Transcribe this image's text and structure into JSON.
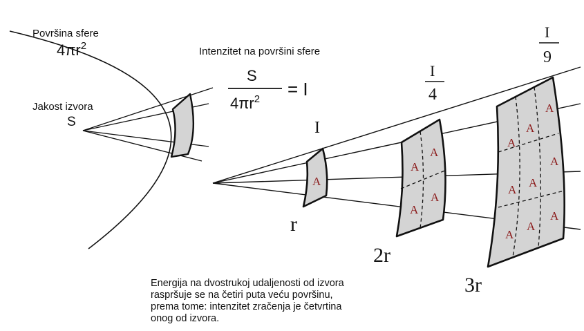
{
  "left_panel": {
    "sphere_label": "Površina sfere",
    "sphere_formula": "4πr",
    "sphere_formula_exp": "2",
    "source_label": "Jakost izvora",
    "source_symbol": "S"
  },
  "intensity_formula": {
    "title": "Intenzitet na površini sfere",
    "numerator": "S",
    "denominator": "4πr",
    "denominator_exp": "2",
    "result": "= I"
  },
  "patches": [
    {
      "distance_label": "r",
      "intensity_label": "I",
      "cell_label": "A"
    },
    {
      "distance_label": "2r",
      "intensity_numerator": "I",
      "intensity_denominator": "4",
      "cell_label": "A"
    },
    {
      "distance_label": "3r",
      "intensity_numerator": "I",
      "intensity_denominator": "9",
      "cell_label": "A"
    }
  ],
  "caption_lines": [
    "Energija na dvostrukoj udaljenosti od izvora",
    "raspršuje se na četiri puta veću površinu,",
    "prema tome: intenzitet zračenja je četvrtina",
    "onog od izvora."
  ],
  "colors": {
    "patch_fill": "#d4d4d4",
    "line": "#111111",
    "cell_label": "#8b1a1a"
  }
}
